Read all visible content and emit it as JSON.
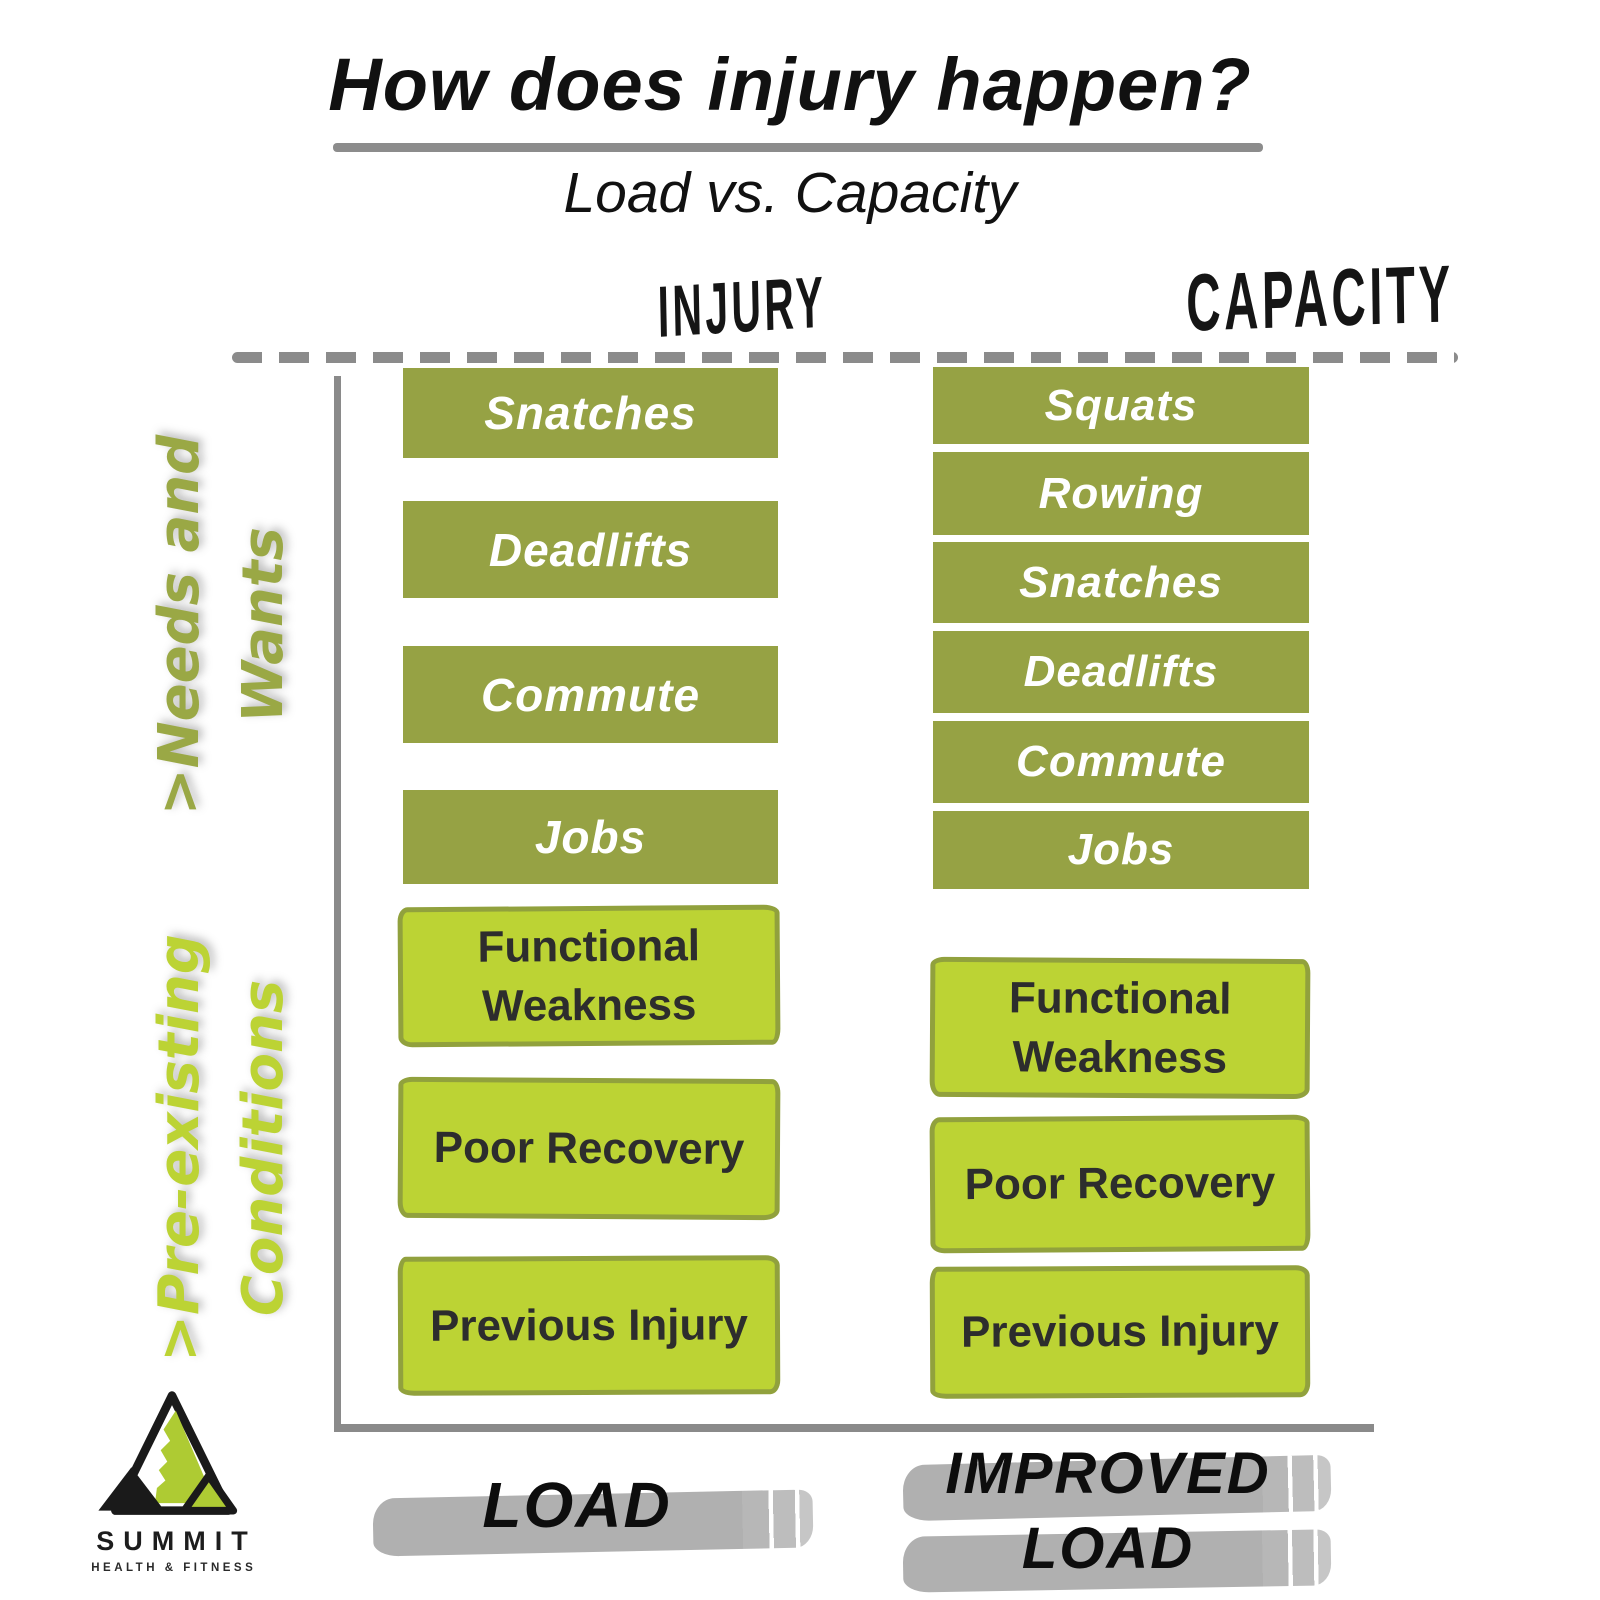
{
  "page": {
    "title": "How does injury happen?",
    "subtitle": "Load vs. Capacity"
  },
  "columns": {
    "injury": {
      "header": "INJURY",
      "footer": {
        "line1": "LOAD"
      },
      "load_bars": [
        "Snatches",
        "Deadlifts",
        "Commute",
        "Jobs"
      ],
      "condition_bars": [
        "Functional Weakness",
        "Poor Recovery",
        "Previous Injury"
      ]
    },
    "capacity": {
      "header": "CAPACITY",
      "footer": {
        "line1": "IMPROVED",
        "line2": "LOAD"
      },
      "load_bars": [
        "Squats",
        "Rowing",
        "Snatches",
        "Deadlifts",
        "Commute",
        "Jobs"
      ],
      "condition_bars": [
        "Functional Weakness",
        "Poor Recovery",
        "Previous Injury"
      ]
    }
  },
  "side_labels": {
    "needs_wants": {
      "line1": ">Needs and",
      "line2": "Wants"
    },
    "pre_existing": {
      "line1": ">Pre-existing",
      "line2": "Conditions"
    }
  },
  "logo": {
    "name": "SUMMIT",
    "tagline": "HEALTH & FITNESS"
  },
  "colors": {
    "olive_bar": "#96A244",
    "bright_box": "#BCD334",
    "box_outline": "#91A13D",
    "axis_gray": "#8A8A8A",
    "brush_gray": "#B3B3B3",
    "dark_text": "#2D2D2D"
  }
}
